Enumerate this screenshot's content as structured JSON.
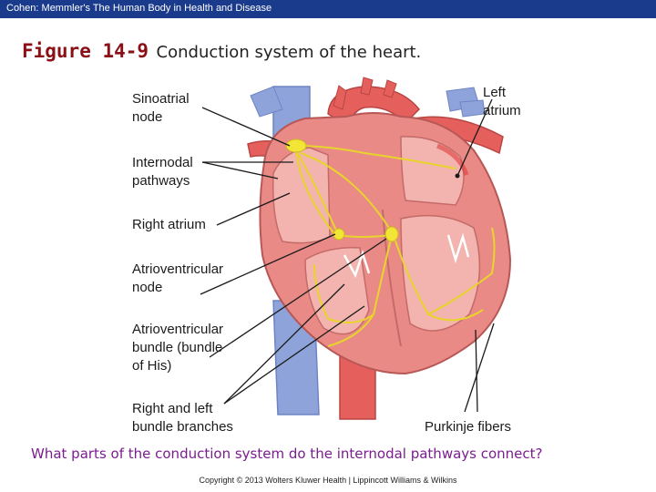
{
  "header": {
    "title": "Cohen: Memmler's The Human Body in Health and Disease"
  },
  "figure": {
    "number": "Figure 14-9",
    "caption": "Conduction system of the heart."
  },
  "labels": {
    "sa_node": "Sinoatrial\nnode",
    "internodal": "Internodal\npathways",
    "right_atrium": "Right atrium",
    "av_node": "Atrioventricular\nnode",
    "av_bundle": "Atrioventricular\nbundle (bundle\nof His)",
    "bundle_branches": "Right and left\nbundle branches",
    "left_atrium": "Left\natrium",
    "purkinje": "Purkinje fibers"
  },
  "question": "What parts of the conduction system do the internodal pathways connect?",
  "copyright": "Copyright © 2013 Wolters Kluwer Health | Lippincott Williams & Wilkins",
  "colors": {
    "header_bar": "#1a3a8c",
    "figure_number": "#8b1016",
    "question_text": "#7a1d8e",
    "heart_muscle": "#e98a87",
    "heart_inner": "#f3b3ae",
    "vein_blue": "#8ea3d9",
    "conduction_yellow": "#f3e536"
  }
}
